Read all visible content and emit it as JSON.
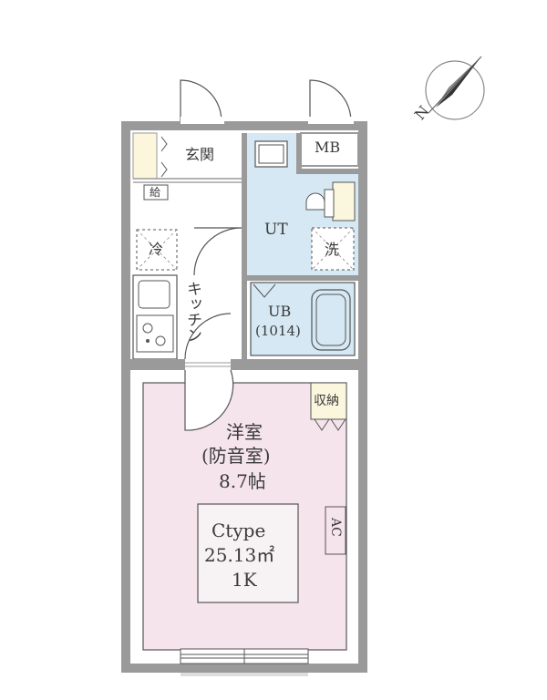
{
  "rooms": {
    "entrance": "玄関",
    "water_heater": "給",
    "mb": "MB",
    "ut": "UT",
    "fridge": "冷",
    "washer": "洗",
    "kitchen": "キッチン",
    "ub": "UB",
    "ub_size": "(1014)",
    "storage": "収納",
    "western_room": "洋室",
    "soundproof": "(防音室)",
    "room_size": "8.7帖",
    "ac": "AC"
  },
  "unit_info": {
    "type": "Ctype",
    "area": "25.13㎡",
    "layout": "1K"
  },
  "compass": {
    "north_label": "N"
  },
  "colors": {
    "wall": "#9a9a9a",
    "bath_fill": "#d5e8f3",
    "room_fill": "#f6e4ec",
    "entrance_fill": "#fcf7dc",
    "storage_fill": "#fbf6de",
    "line": "#555555"
  }
}
